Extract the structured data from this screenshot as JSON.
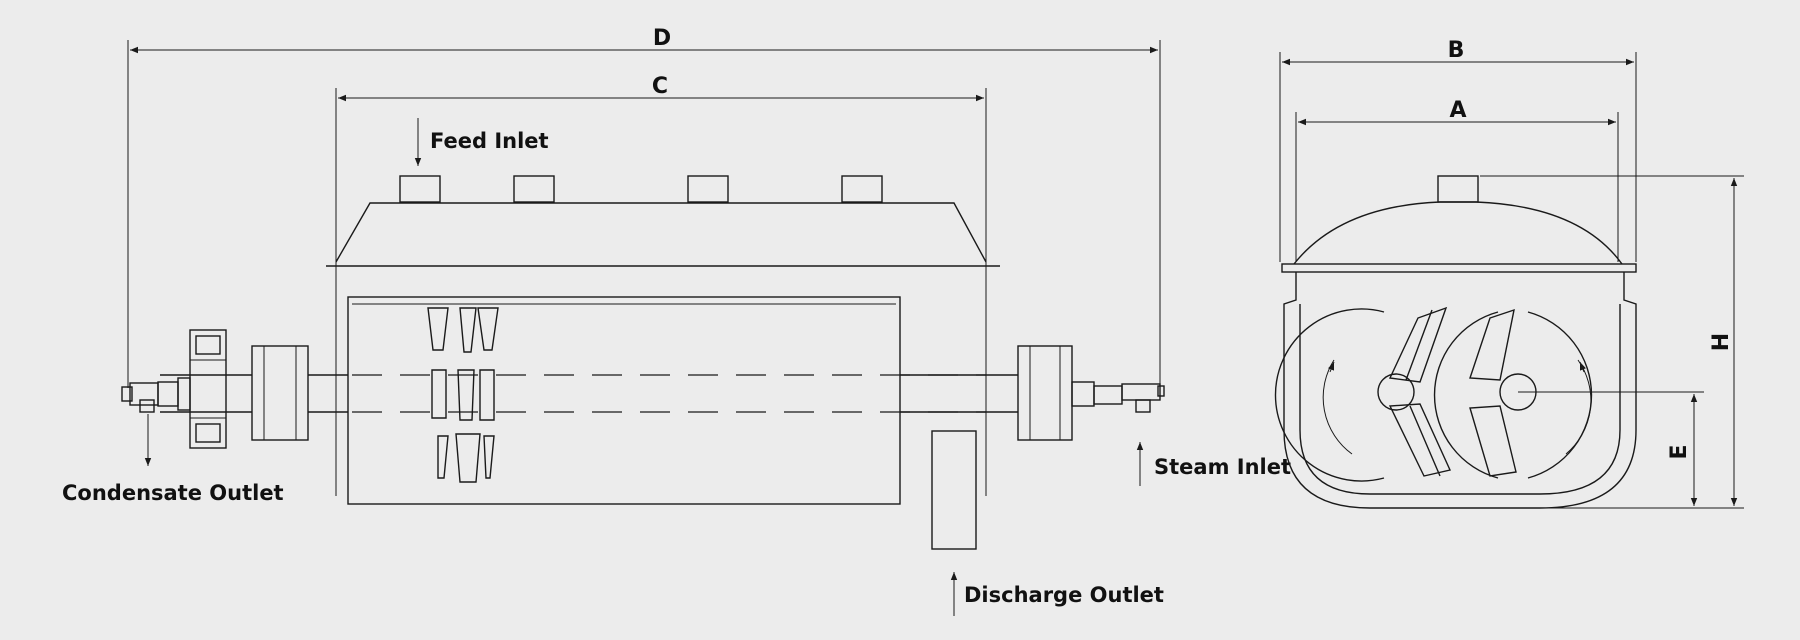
{
  "dimensions": {
    "d": "D",
    "c": "C",
    "b": "B",
    "a": "A",
    "h": "H",
    "e": "E"
  },
  "labels": {
    "feed_inlet": "Feed Inlet",
    "condensate_outlet": "Condensate Outlet",
    "steam_inlet": "Steam Inlet",
    "discharge_outlet": "Discharge Outlet"
  },
  "colors": {
    "background": "#ececec",
    "line": "#1a1a1a"
  }
}
